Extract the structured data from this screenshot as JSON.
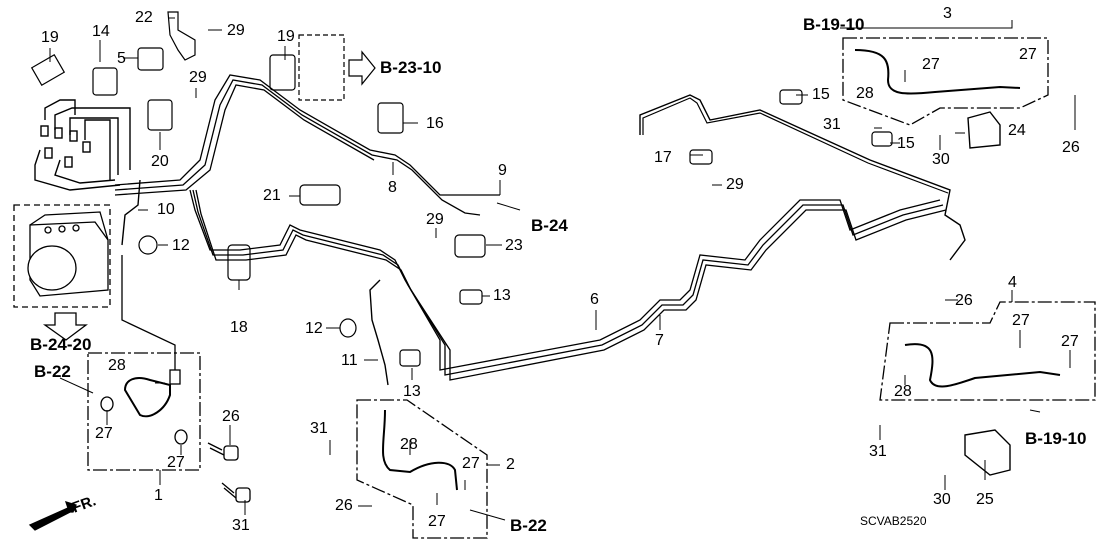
{
  "diagram": {
    "title": "Brake Lines / Hoses Parts Diagram",
    "code": "SCVAB2520",
    "front_indicator": "FR.",
    "references": [
      {
        "id": "b-23-10",
        "label": "B-23-10"
      },
      {
        "id": "b-24",
        "label": "B-24"
      },
      {
        "id": "b-24-20",
        "label": "B-24-20"
      },
      {
        "id": "b-22-left",
        "label": "B-22"
      },
      {
        "id": "b-22-bottom",
        "label": "B-22"
      },
      {
        "id": "b-19-10-top",
        "label": "B-19-10"
      },
      {
        "id": "b-19-10-bottom",
        "label": "B-19-10"
      }
    ],
    "callouts": [
      {
        "id": "c19a",
        "label": "19"
      },
      {
        "id": "c14",
        "label": "14"
      },
      {
        "id": "c22",
        "label": "22"
      },
      {
        "id": "c5",
        "label": "5"
      },
      {
        "id": "c29a",
        "label": "29"
      },
      {
        "id": "c29b",
        "label": "29"
      },
      {
        "id": "c20",
        "label": "20"
      },
      {
        "id": "c19b",
        "label": "19"
      },
      {
        "id": "c16",
        "label": "16"
      },
      {
        "id": "c8",
        "label": "8"
      },
      {
        "id": "c9",
        "label": "9"
      },
      {
        "id": "c21",
        "label": "21"
      },
      {
        "id": "c10",
        "label": "10"
      },
      {
        "id": "c12a",
        "label": "12"
      },
      {
        "id": "c29c",
        "label": "29"
      },
      {
        "id": "c23",
        "label": "23"
      },
      {
        "id": "c18",
        "label": "18"
      },
      {
        "id": "c13a",
        "label": "13"
      },
      {
        "id": "c12b",
        "label": "12"
      },
      {
        "id": "c11",
        "label": "11"
      },
      {
        "id": "c13b",
        "label": "13"
      },
      {
        "id": "c6",
        "label": "6"
      },
      {
        "id": "c7",
        "label": "7"
      },
      {
        "id": "c28a",
        "label": "28"
      },
      {
        "id": "c27a",
        "label": "27"
      },
      {
        "id": "c27b",
        "label": "27"
      },
      {
        "id": "c26a",
        "label": "26"
      },
      {
        "id": "c31a",
        "label": "31"
      },
      {
        "id": "c1",
        "label": "1"
      },
      {
        "id": "c31b",
        "label": "31"
      },
      {
        "id": "c28b",
        "label": "28"
      },
      {
        "id": "c2",
        "label": "2"
      },
      {
        "id": "c27c",
        "label": "27"
      },
      {
        "id": "c27d",
        "label": "27"
      },
      {
        "id": "c26b",
        "label": "26"
      },
      {
        "id": "c3",
        "label": "3"
      },
      {
        "id": "c27e",
        "label": "27"
      },
      {
        "id": "c27f",
        "label": "27"
      },
      {
        "id": "c28c",
        "label": "28"
      },
      {
        "id": "c15a",
        "label": "15"
      },
      {
        "id": "c31c",
        "label": "31"
      },
      {
        "id": "c15b",
        "label": "15"
      },
      {
        "id": "c24",
        "label": "24"
      },
      {
        "id": "c30a",
        "label": "30"
      },
      {
        "id": "c26c",
        "label": "26"
      },
      {
        "id": "c17",
        "label": "17"
      },
      {
        "id": "c29d",
        "label": "29"
      },
      {
        "id": "c4",
        "label": "4"
      },
      {
        "id": "c26d",
        "label": "26"
      },
      {
        "id": "c27g",
        "label": "27"
      },
      {
        "id": "c27h",
        "label": "27"
      },
      {
        "id": "c28d",
        "label": "28"
      },
      {
        "id": "c31d",
        "label": "31"
      },
      {
        "id": "c30b",
        "label": "30"
      },
      {
        "id": "c25",
        "label": "25"
      }
    ]
  }
}
